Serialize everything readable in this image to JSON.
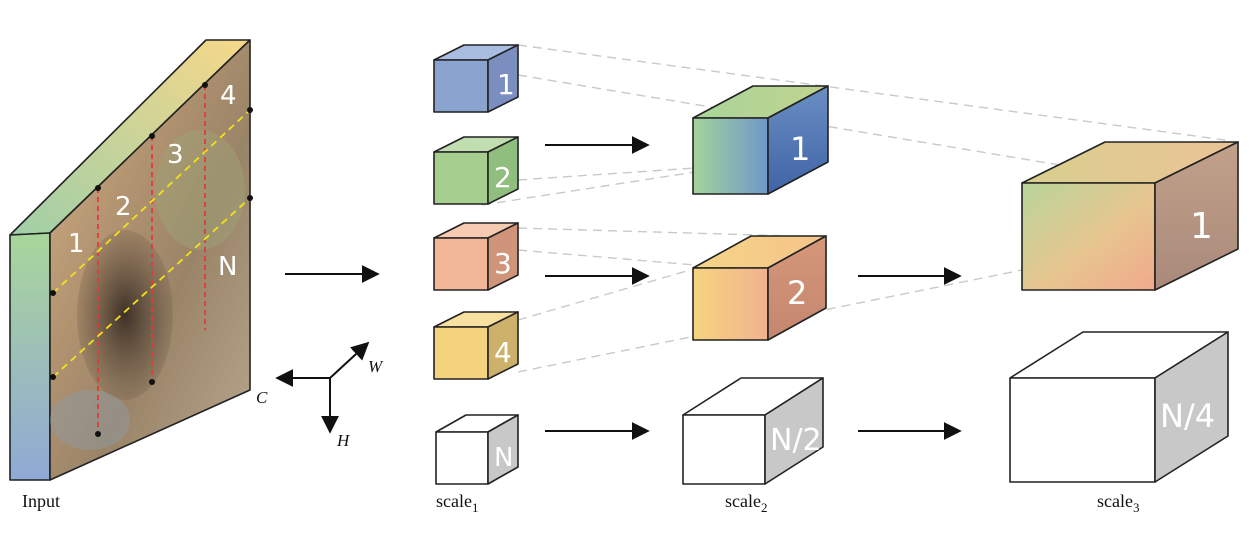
{
  "input": {
    "caption": "Input",
    "patch_labels": [
      "1",
      "2",
      "3",
      "4",
      "N"
    ]
  },
  "axes": {
    "c": "C",
    "w": "W",
    "h": "H"
  },
  "scales": {
    "scale1": {
      "caption_main": "scale",
      "caption_sub": "1",
      "cubes": [
        "1",
        "2",
        "3",
        "4",
        "N"
      ]
    },
    "scale2": {
      "caption_main": "scale",
      "caption_sub": "2",
      "cubes": [
        "1",
        "2",
        "N/2"
      ]
    },
    "scale3": {
      "caption_main": "scale",
      "caption_sub": "3",
      "cubes": [
        "1",
        "N/4"
      ]
    }
  },
  "colors": {
    "blue": "#8aa3cf",
    "green": "#a6cf8f",
    "peach": "#f2b796",
    "yellow": "#f4d27e",
    "plain_side": "#c8c8c8",
    "grid_red": "#e23a3a",
    "grid_yellow": "#f2e21a"
  }
}
